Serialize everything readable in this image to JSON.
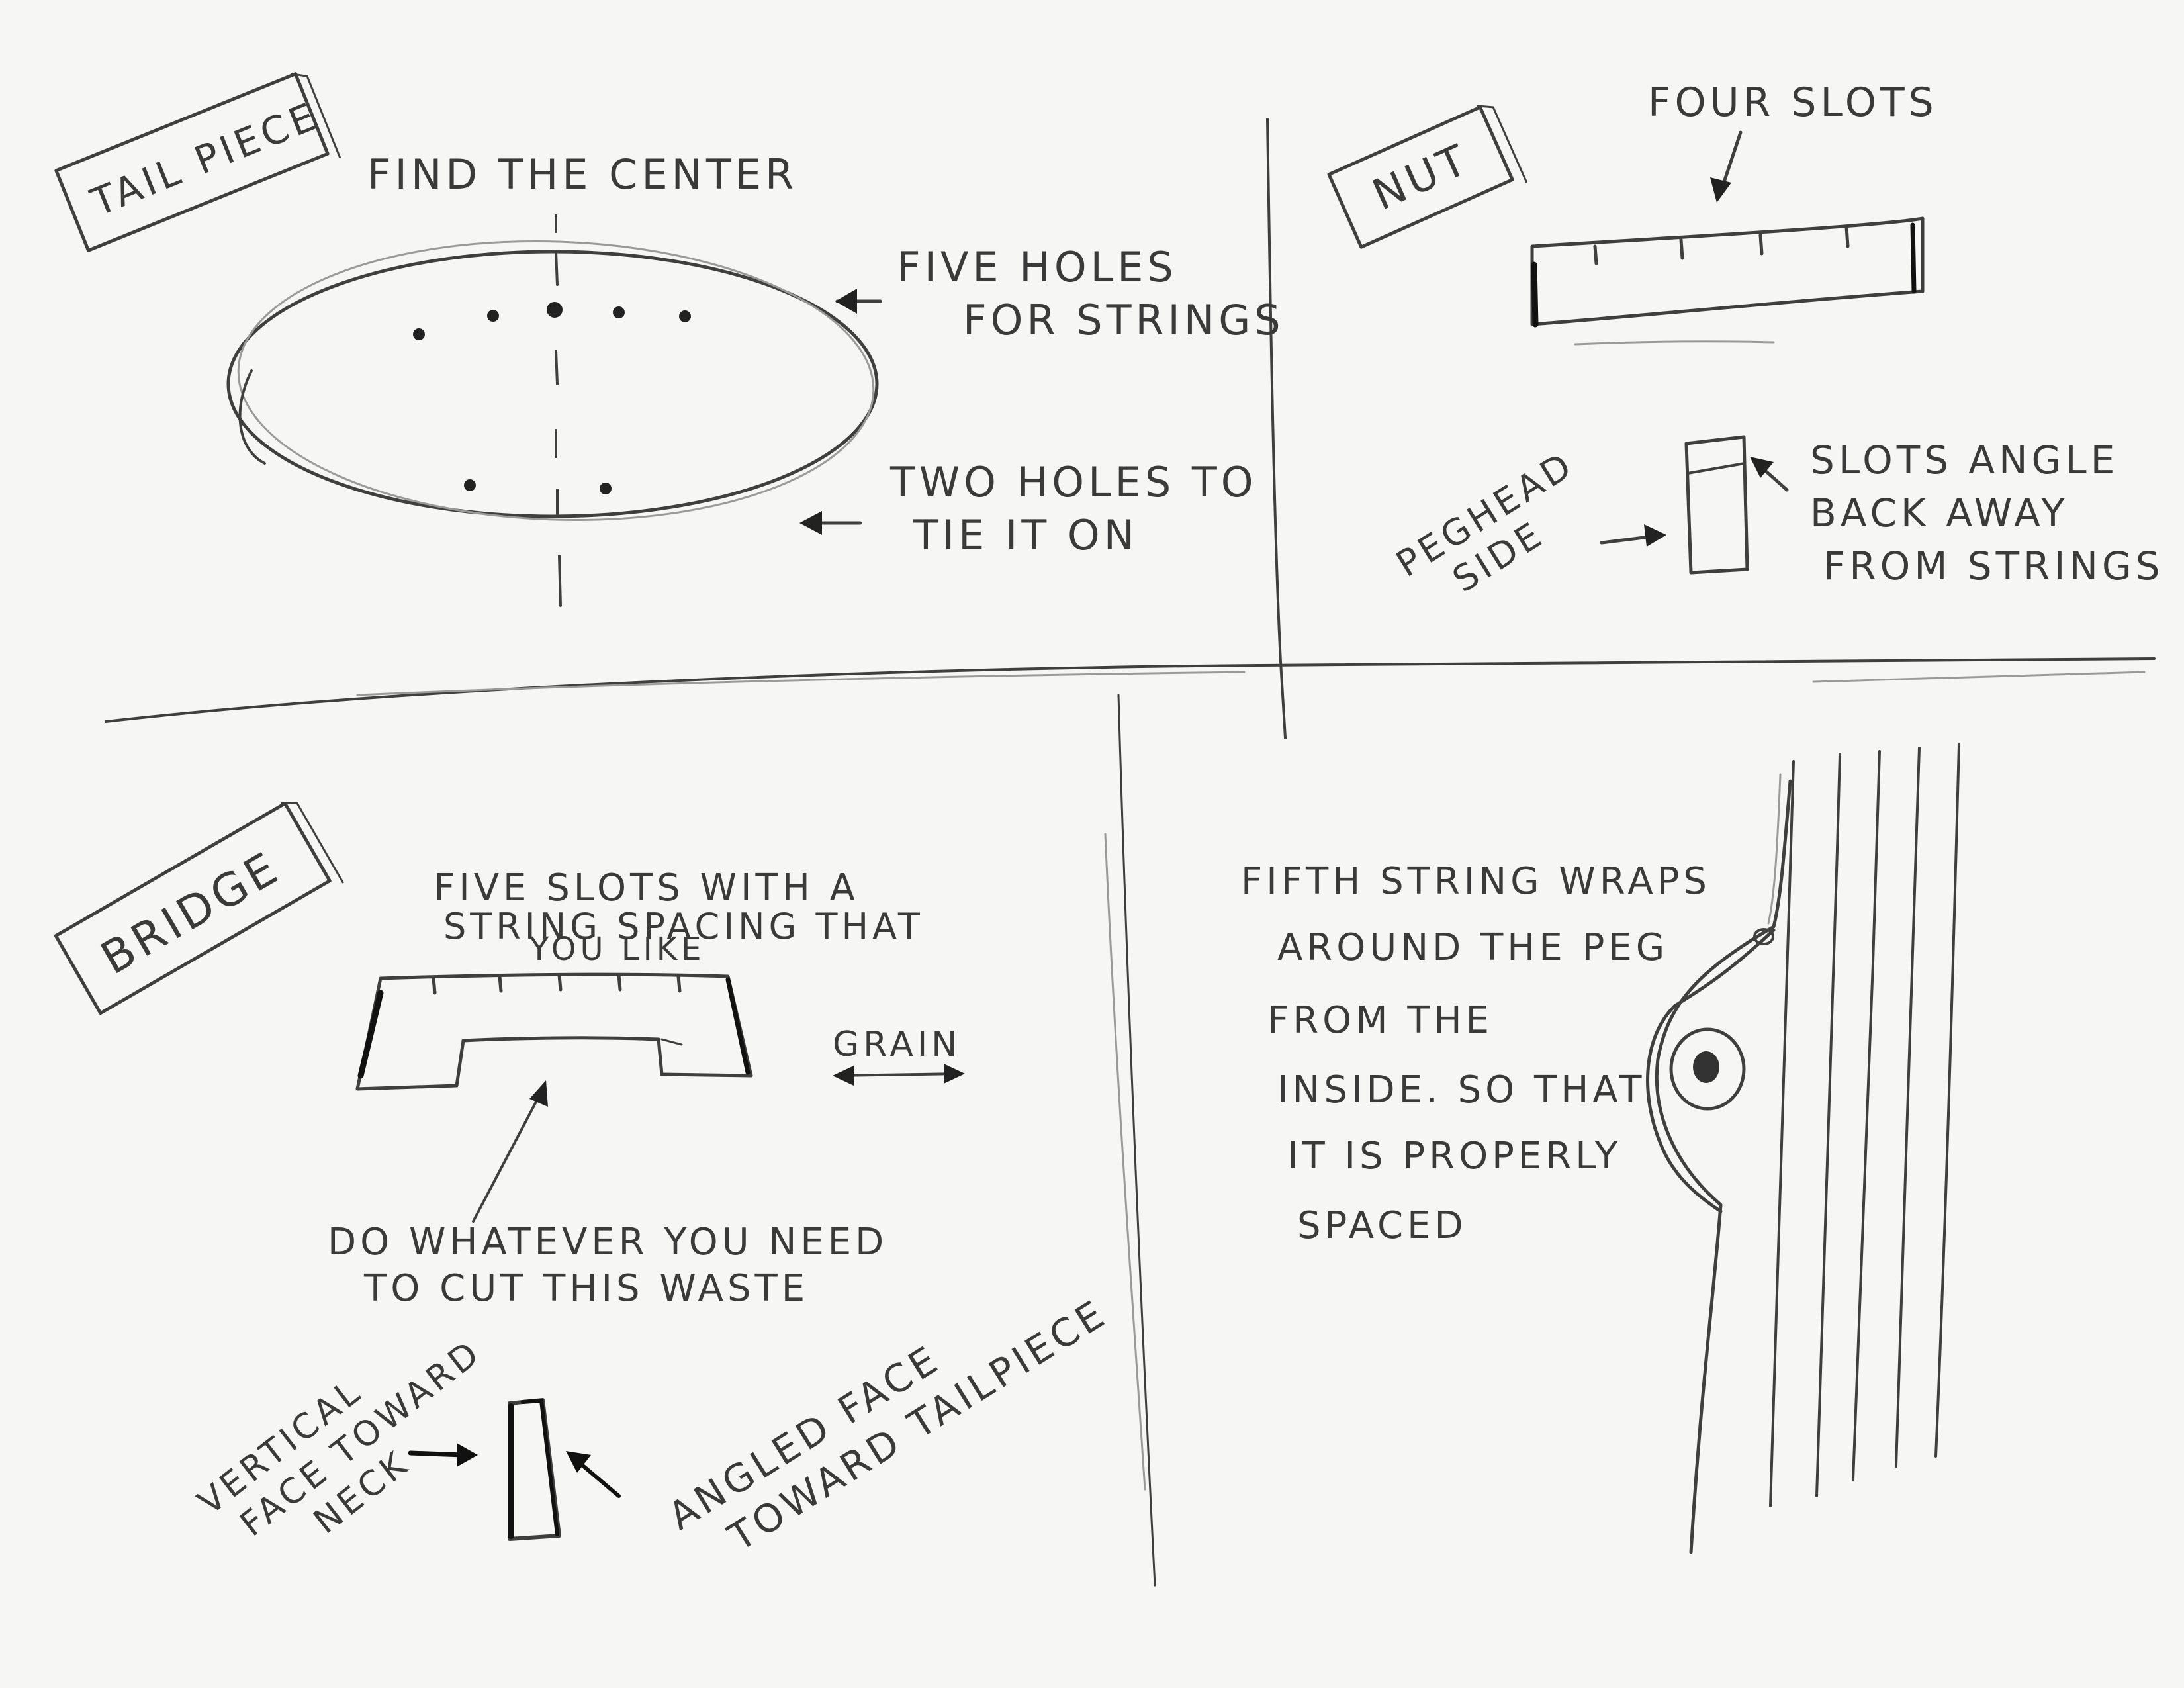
{
  "tailpiece": {
    "title": "TAIL PIECE",
    "find_center": "FIND THE CENTER",
    "five_holes_1": "FIVE HOLES",
    "five_holes_2": "FOR STRINGS",
    "two_holes_1": "TWO HOLES TO",
    "two_holes_2": "TIE IT ON"
  },
  "nut": {
    "title": "NUT",
    "four_slots": "FOUR SLOTS",
    "pegside_1": "PEGHEAD",
    "pegside_2": "SIDE",
    "angle_1": "SLOTS ANGLE",
    "angle_2": "BACK AWAY",
    "angle_3": "FROM STRINGS"
  },
  "bridge": {
    "title": "BRIDGE",
    "slots_1": "FIVE SLOTS WITH A",
    "slots_2": "STRING SPACING THAT",
    "slots_3": "YOU LIKE",
    "grain": "GRAIN",
    "waste_1": "DO WHATEVER YOU NEED",
    "waste_2": "TO CUT THIS WASTE",
    "vertical_1": "VERTICAL",
    "vertical_2": "FACE TOWARD",
    "vertical_3": "NECK",
    "angled_1": "ANGLED FACE",
    "angled_2": "TOWARD TAILPIECE"
  },
  "peg": {
    "line_1": "FIFTH STRING WRAPS",
    "line_2": "AROUND THE PEG",
    "line_3": "FROM THE",
    "line_4": "INSIDE. SO THAT",
    "line_5": "IT IS PROPERLY",
    "line_6": "SPACED"
  }
}
